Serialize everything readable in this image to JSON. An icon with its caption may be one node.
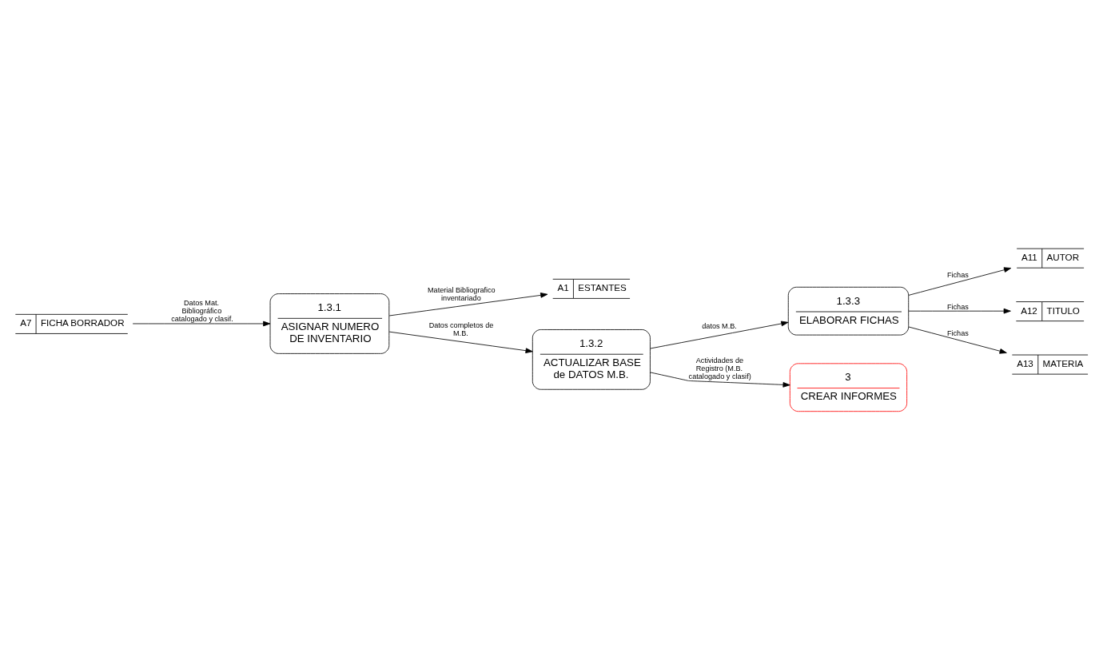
{
  "diagram": {
    "nodes": [
      {
        "text": [
          "A7",
          "FICHA BORRADOR"
        ]
      },
      {
        "text": [
          "1.3.1",
          "ASIGNAR NUMERO DE INVENTARIO"
        ]
      },
      {
        "text": [
          "A1",
          "ESTANTES"
        ]
      },
      {
        "text": [
          "1.3.2",
          "ACTUALIZAR BASE de DATOS M.B."
        ]
      },
      {
        "text": [
          "1.3.3",
          "ELABORAR FICHAS"
        ]
      },
      {
        "text": [
          "A11",
          "AUTOR"
        ]
      },
      {
        "text": [
          "A12",
          "TITULO"
        ]
      },
      {
        "text": [
          "A13",
          "MATERIA"
        ]
      },
      {
        "text": [
          "3",
          "CREAR INFORMES"
        ]
      }
    ],
    "edges": [
      {
        "from": 0,
        "to": 1,
        "arrow": "to",
        "label": "Datos Mat. Bibliográfico catalogado y clasif."
      },
      {
        "from": 1,
        "to": 2,
        "arrow": "to",
        "label": "Material Bibliografico inventariado"
      },
      {
        "from": 1,
        "to": 3,
        "arrow": "to",
        "label": "Datos completos de M.B."
      },
      {
        "from": 3,
        "to": 4,
        "arrow": "to",
        "label": "datos M.B."
      },
      {
        "from": 4,
        "to": 5,
        "arrow": "to",
        "label": "Fichas"
      },
      {
        "from": 4,
        "to": 6,
        "arrow": "to",
        "label": "Fichas"
      },
      {
        "from": 4,
        "to": 7,
        "arrow": "to",
        "label": "Fichas"
      },
      {
        "from": 3,
        "to": 8,
        "arrow": "to",
        "label": "Actividades de Registro (M.B. catalogado y clasif)"
      }
    ]
  }
}
